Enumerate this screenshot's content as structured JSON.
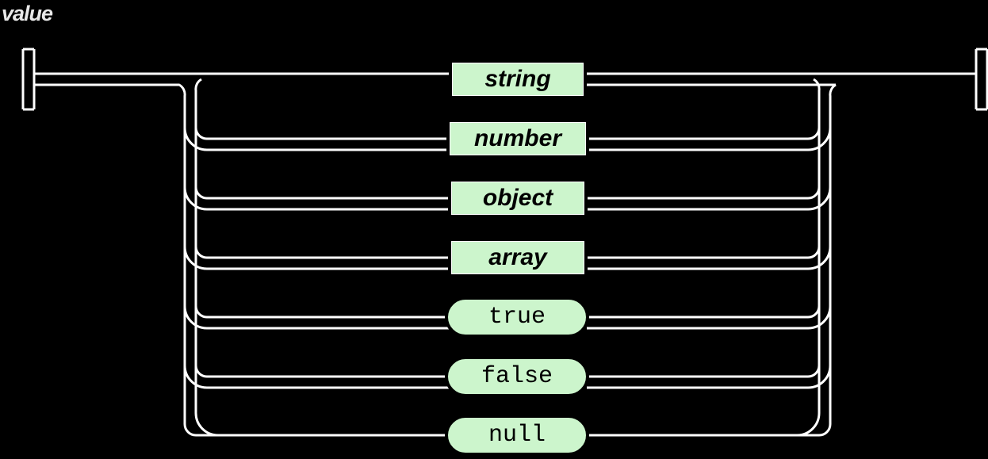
{
  "diagram": {
    "title": "value",
    "type": "railroad-syntax-diagram",
    "colors": {
      "background": "#000000",
      "node_fill": "#ccf5cc",
      "node_border": "#000000",
      "track": "#ffffff",
      "title_text": "#e8e8e8",
      "node_text": "#000000"
    },
    "entry_marker": "start-bar",
    "exit_marker": "end-bar",
    "alternatives": [
      {
        "label": "string",
        "kind": "nonterminal",
        "shape": "rectangle",
        "row": 1
      },
      {
        "label": "number",
        "kind": "nonterminal",
        "shape": "rectangle",
        "row": 2
      },
      {
        "label": "object",
        "kind": "nonterminal",
        "shape": "rectangle",
        "row": 3
      },
      {
        "label": "array",
        "kind": "nonterminal",
        "shape": "rectangle",
        "row": 4
      },
      {
        "label": "true",
        "kind": "terminal",
        "shape": "pill",
        "row": 5
      },
      {
        "label": "false",
        "kind": "terminal",
        "shape": "pill",
        "row": 6
      },
      {
        "label": "null",
        "kind": "terminal",
        "shape": "pill",
        "row": 7
      }
    ]
  }
}
